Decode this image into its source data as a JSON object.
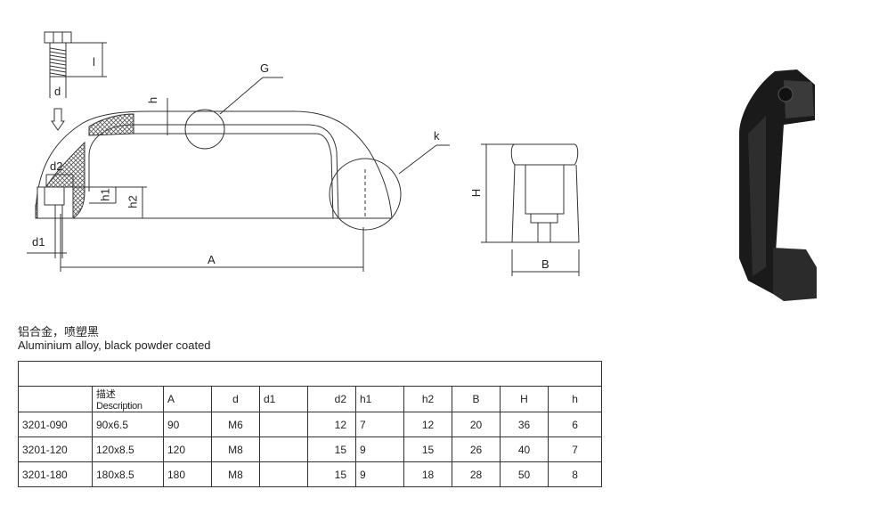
{
  "labels": {
    "l": "l",
    "d": "d",
    "G": "G",
    "h": "h",
    "k": "k",
    "d2": "d2",
    "h1": "h1",
    "h2": "h2",
    "d1": "d1",
    "A": "A",
    "H": "H",
    "B": "B"
  },
  "material": {
    "cn": "铝合金，喷塑黑",
    "en": "Aluminium alloy, black powder coated"
  },
  "table": {
    "headers": [
      "",
      "描述 Description",
      "A",
      "d",
      "d1",
      "d2",
      "h1",
      "h2",
      "B",
      "H",
      "h"
    ],
    "rows": [
      [
        "3201-090",
        "90x6.5",
        "90",
        "M6",
        "",
        "12",
        "7",
        "12",
        "20",
        "36",
        "6"
      ],
      [
        "3201-120",
        "120x8.5",
        "120",
        "M8",
        "",
        "15",
        "9",
        "15",
        "26",
        "40",
        "7"
      ],
      [
        "3201-180",
        "180x8.5",
        "180",
        "M8",
        "",
        "15",
        "9",
        "18",
        "28",
        "50",
        "8"
      ]
    ]
  }
}
